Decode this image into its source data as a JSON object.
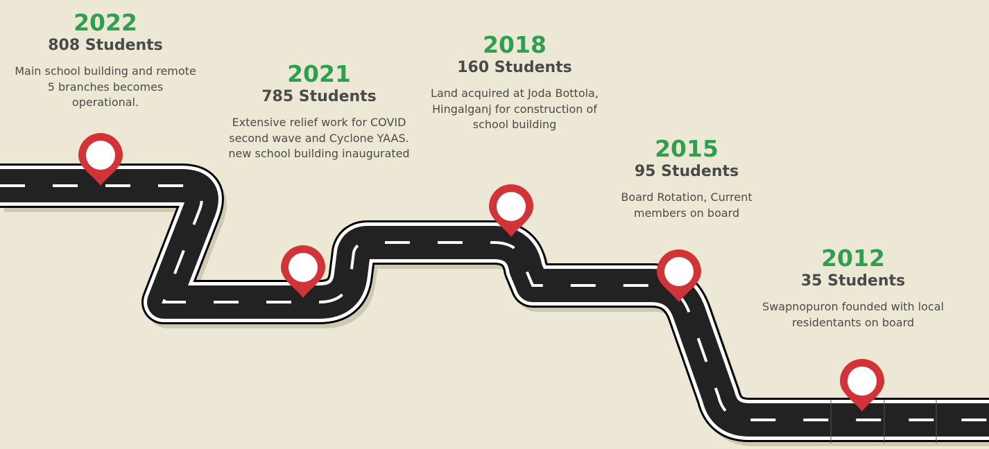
{
  "theme": {
    "background": "#ede8d6",
    "road": "#222222",
    "road_edge": "#ffffff",
    "road_outline": "#000000",
    "year_color": "#2e9e4f",
    "text_color": "#4a4a4a",
    "pin_color": "#d13438"
  },
  "milestones": [
    {
      "year": "2022",
      "students": "808 Students",
      "description": "Main school building and remote 5 branches becomes operational."
    },
    {
      "year": "2021",
      "students": "785 Students",
      "description": "Extensive relief work for COVID second wave and Cyclone YAAS. new school building inaugurated"
    },
    {
      "year": "2018",
      "students": "160 Students",
      "description": "Land acquired at Joda Bottola, Hingalganj for construction of school building"
    },
    {
      "year": "2015",
      "students": "95 Students",
      "description": "Board Rotation, Current members on board"
    },
    {
      "year": "2012",
      "students": "35 Students",
      "description": "Swapnopuron founded with local residentants on board"
    }
  ],
  "pins": [
    {
      "icon": "map-pin-icon",
      "milestone": "2022"
    },
    {
      "icon": "map-pin-icon",
      "milestone": "2021"
    },
    {
      "icon": "map-pin-icon",
      "milestone": "2018"
    },
    {
      "icon": "map-pin-icon",
      "milestone": "2015"
    },
    {
      "icon": "map-pin-icon",
      "milestone": "2012"
    }
  ]
}
